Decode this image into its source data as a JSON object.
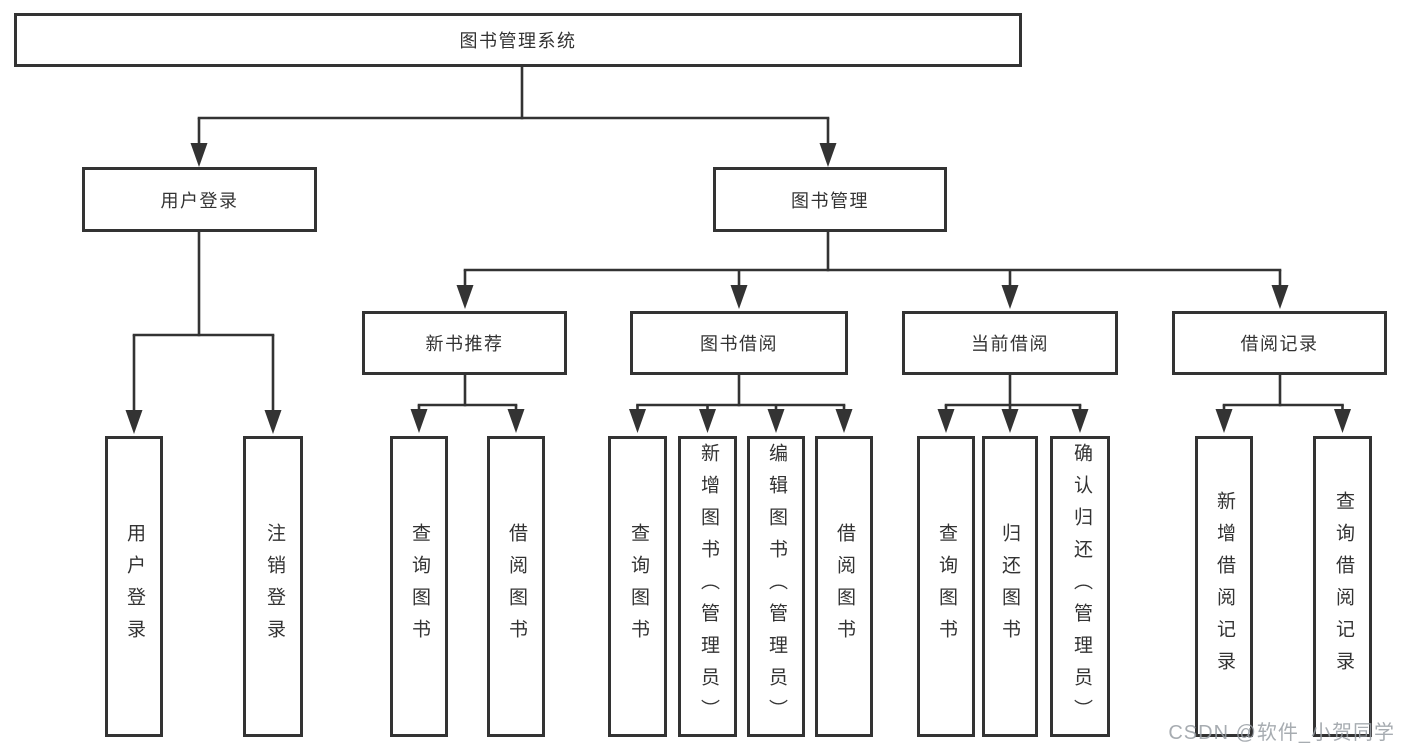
{
  "tree": {
    "root": "图书管理系统",
    "level2": [
      {
        "label": "用户登录",
        "leaves": [
          "用户登录",
          "注销登录"
        ]
      },
      {
        "label": "图书管理",
        "branches": [
          {
            "label": "新书推荐",
            "leaves": [
              "查询图书",
              "借阅图书"
            ]
          },
          {
            "label": "图书借阅",
            "leaves": [
              "查询图书",
              "新增图书（管理员）",
              "编辑图书（管理员）",
              "借阅图书"
            ]
          },
          {
            "label": "当前借阅",
            "leaves": [
              "查询图书",
              "归还图书",
              "确认归还（管理员）"
            ]
          },
          {
            "label": "借阅记录",
            "leaves": [
              "新增借阅记录",
              "查询借阅记录"
            ]
          }
        ]
      }
    ]
  },
  "watermark": "CSDN @软件_小贺同学",
  "colors": {
    "line": "#333333",
    "text": "#333333",
    "background": "#ffffff",
    "watermark": "#989da3"
  }
}
